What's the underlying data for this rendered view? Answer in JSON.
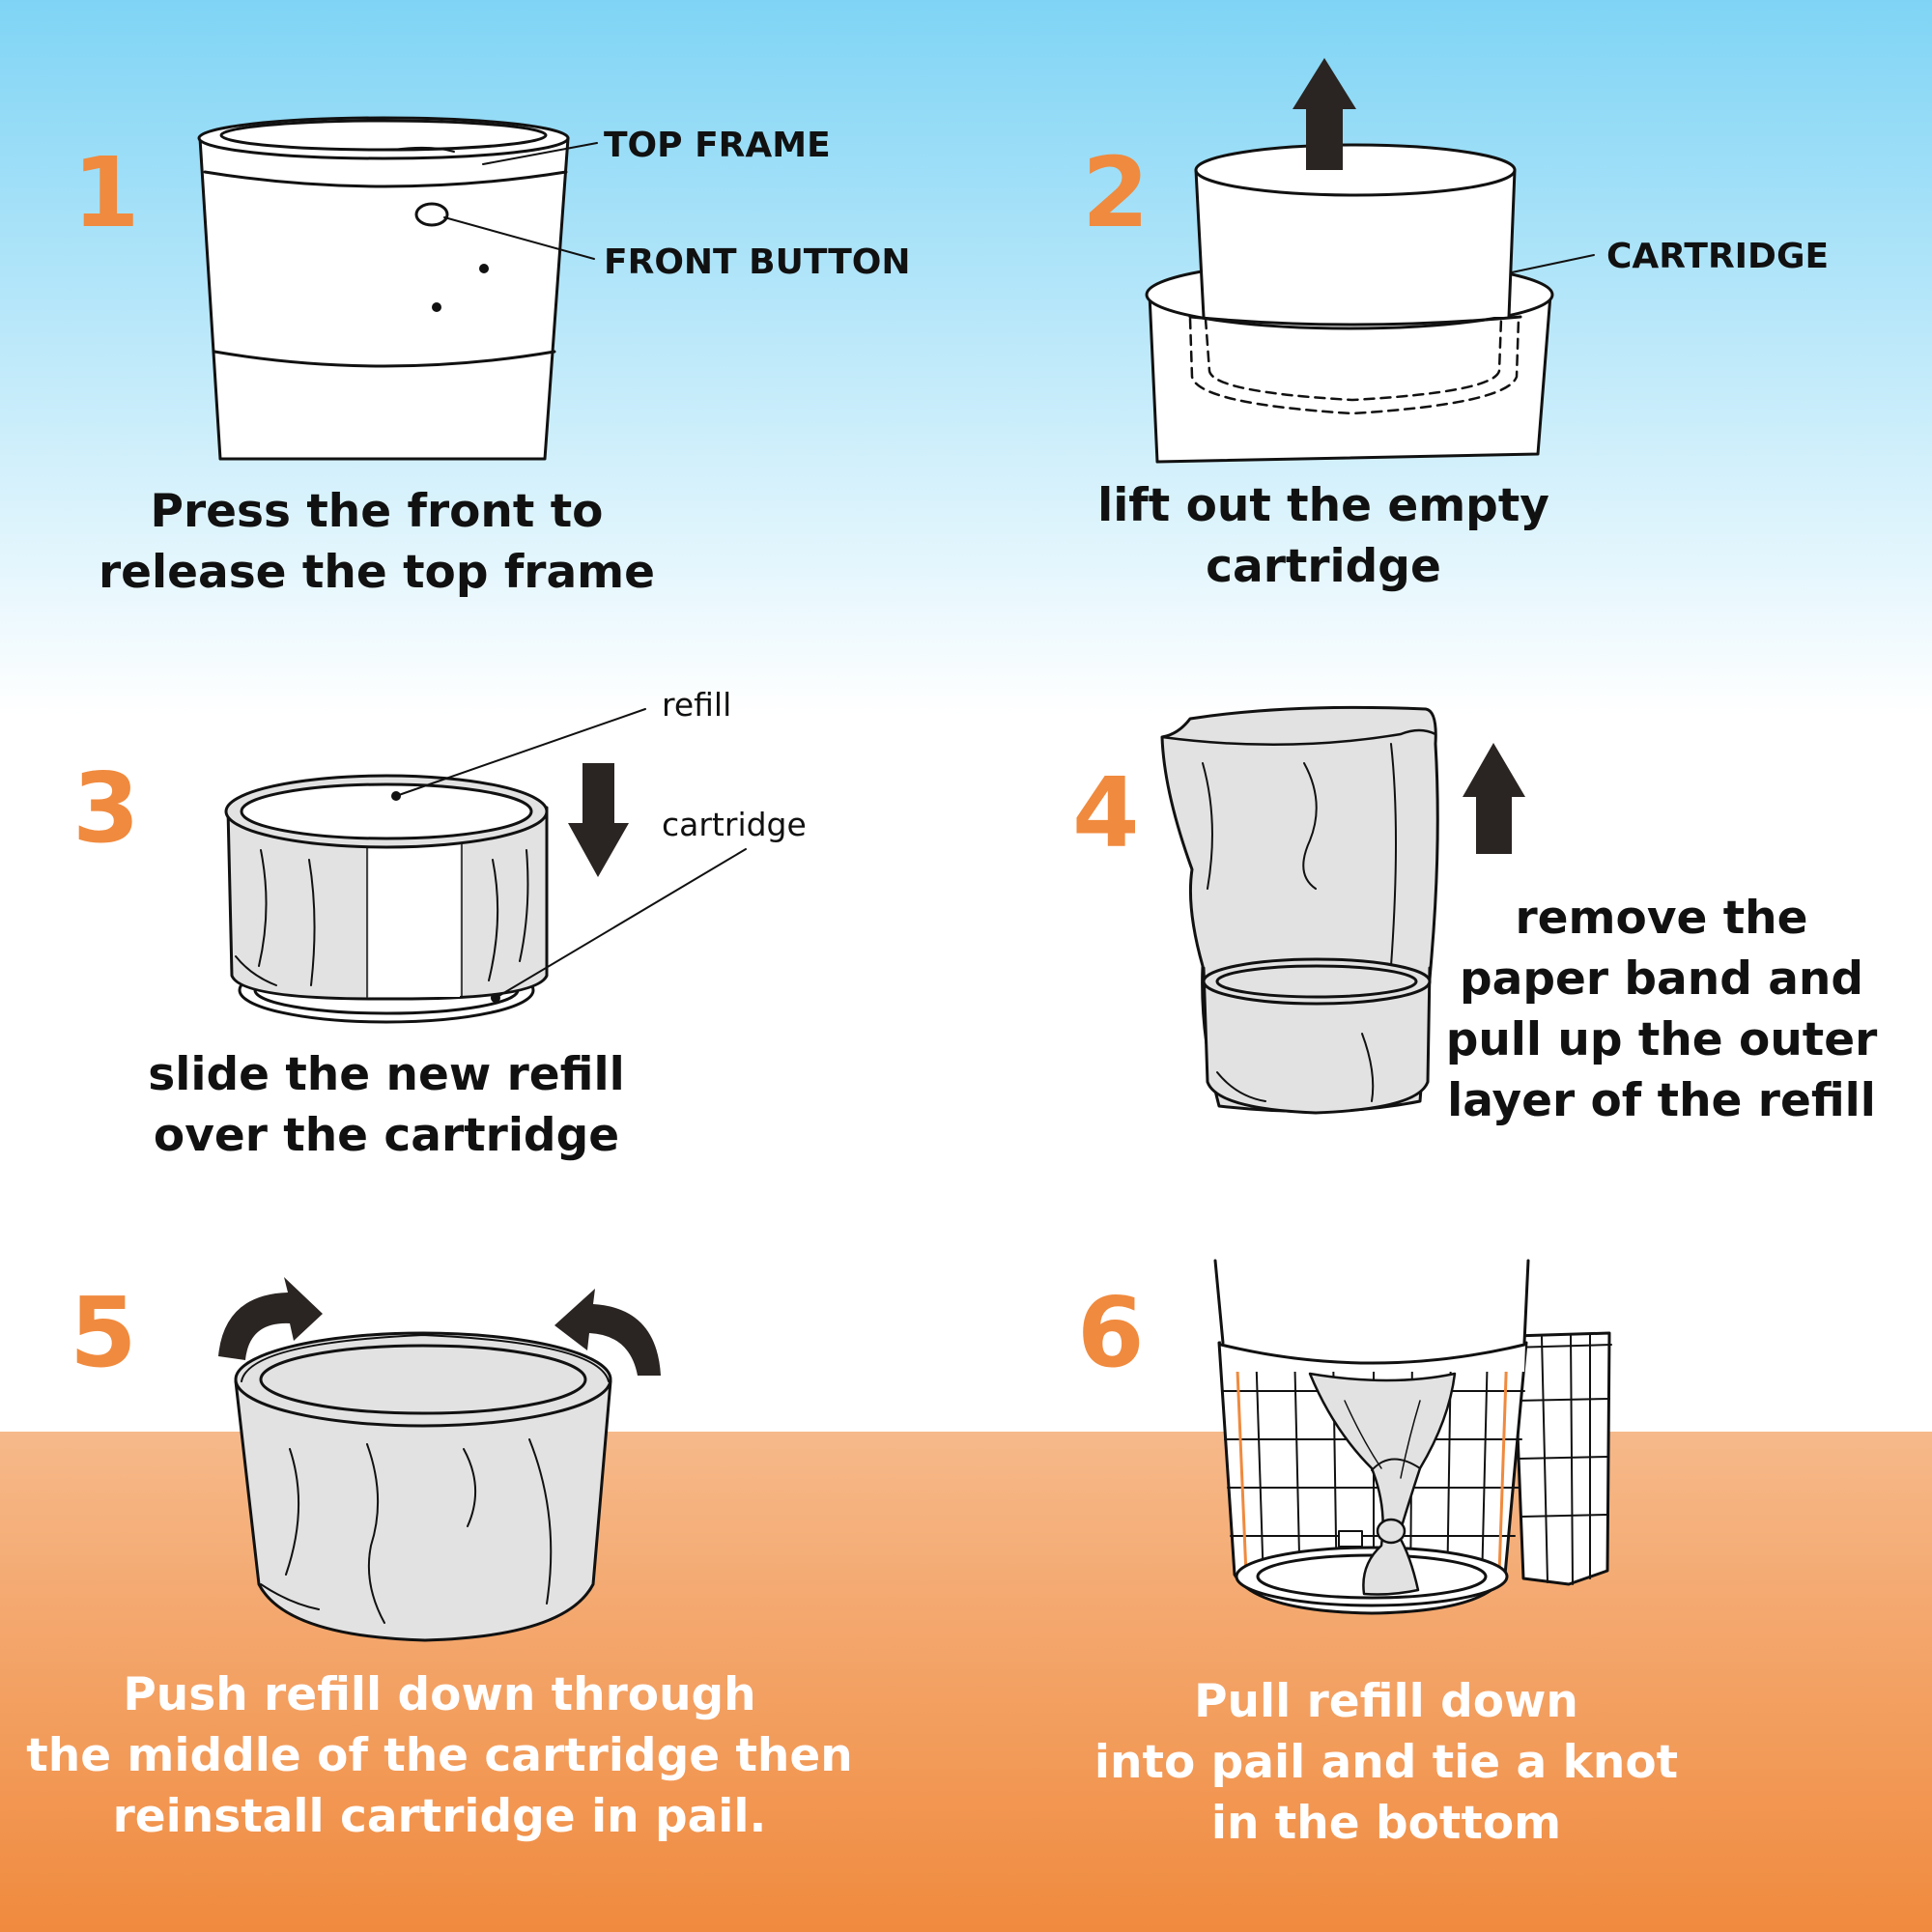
{
  "colors": {
    "sky_top": "#7fd4f5",
    "sky_bottom": "#ffffff",
    "ground_top": "#f6b98a",
    "ground_bottom": "#f08a3e",
    "accent": "#f08a3e",
    "ink": "#111111",
    "arrow": "#2a2522",
    "fabric": "#e2e2e2"
  },
  "steps": [
    {
      "number": "1",
      "caption": [
        "Press the front to",
        "release the top frame"
      ],
      "labels": {
        "top_frame": "TOP FRAME",
        "front_button": "FRONT BUTTON"
      }
    },
    {
      "number": "2",
      "caption": [
        "lift out the empty",
        "cartridge"
      ],
      "labels": {
        "cartridge": "CARTRIDGE"
      }
    },
    {
      "number": "3",
      "caption": [
        "slide the new refill",
        "over the cartridge"
      ],
      "labels": {
        "refill": "refill",
        "cartridge": "cartridge"
      }
    },
    {
      "number": "4",
      "caption": [
        "remove the",
        "paper band and",
        "pull up the outer",
        "layer of the refill"
      ]
    },
    {
      "number": "5",
      "caption": [
        "Push refill down through",
        "the middle of the cartridge then",
        "reinstall cartridge in pail."
      ]
    },
    {
      "number": "6",
      "caption": [
        "Pull refill down",
        "into pail and tie a knot",
        "in the bottom"
      ]
    }
  ]
}
